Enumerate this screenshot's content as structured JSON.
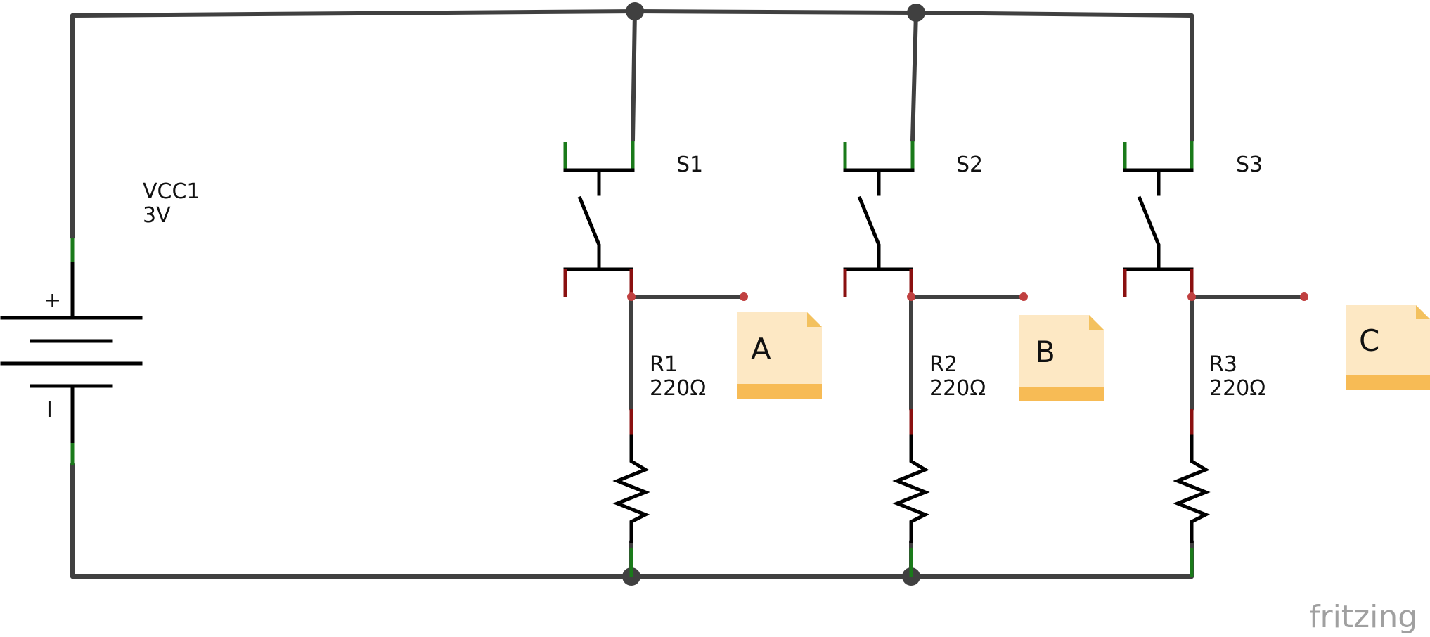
{
  "battery": {
    "name": "VCC1",
    "value": "3V",
    "plus": "+",
    "minus": "I"
  },
  "switches": [
    {
      "name": "S1"
    },
    {
      "name": "S2"
    },
    {
      "name": "S3"
    }
  ],
  "resistors": [
    {
      "name": "R1",
      "value": "220Ω"
    },
    {
      "name": "R2",
      "value": "220Ω"
    },
    {
      "name": "R3",
      "value": "220Ω"
    }
  ],
  "notes": [
    {
      "text": "A"
    },
    {
      "text": "B"
    },
    {
      "text": "C"
    }
  ],
  "brand": "fritzing",
  "colors": {
    "wire": "#404040",
    "symbol": "#000000",
    "pin_ok": "#1a7a1a",
    "pin_open": "#8a1010",
    "note_body": "#fde8c4",
    "note_band": "#f7bb55",
    "note_fold": "#f3c15e"
  }
}
